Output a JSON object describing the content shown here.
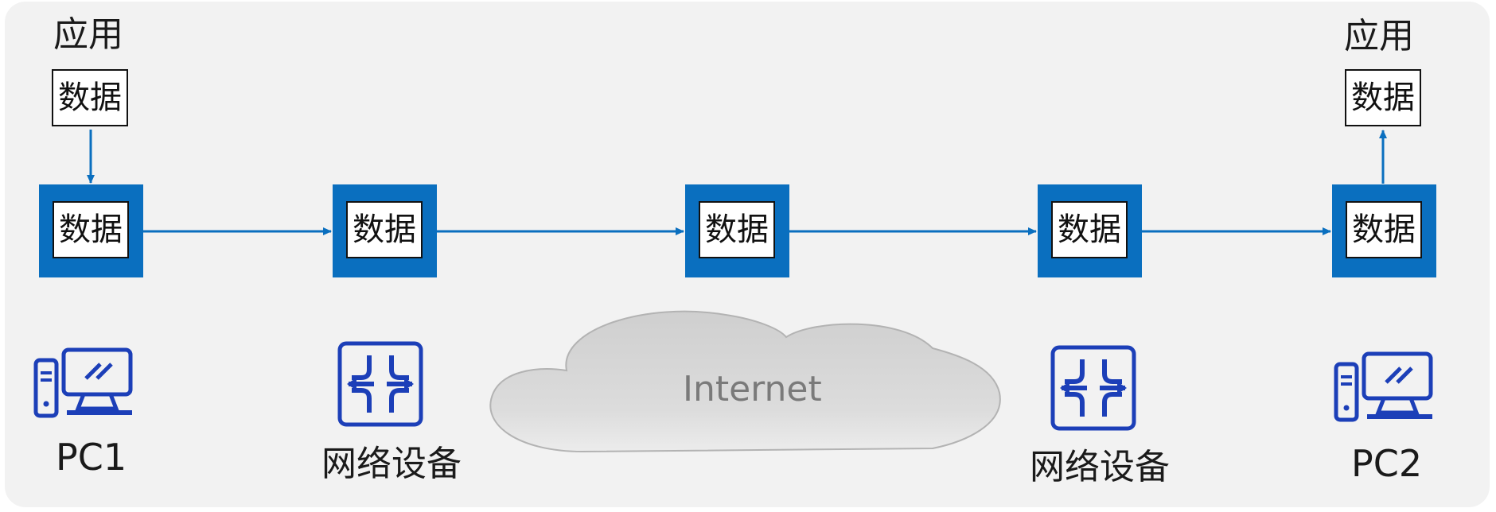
{
  "colors": {
    "node_fill": "#0a6fbf",
    "arrow": "#0a6fbf",
    "icon_blue": "#1c3fb8",
    "cloud_fill": "#d6d6d6",
    "cloud_text": "#7a7a7a",
    "panel_bg": "#f2f2f2"
  },
  "sender": {
    "app_label": "应用",
    "data_label": "数据"
  },
  "receiver": {
    "app_label": "应用",
    "data_label": "数据"
  },
  "nodes": [
    {
      "data_label": "数据"
    },
    {
      "data_label": "数据"
    },
    {
      "data_label": "数据"
    },
    {
      "data_label": "数据"
    },
    {
      "data_label": "数据"
    }
  ],
  "devices": {
    "pc1": {
      "label": "PC1",
      "icon": "desktop-computer-icon"
    },
    "device1": {
      "label": "网络设备",
      "icon": "router-icon"
    },
    "internet": {
      "label": "Internet",
      "icon": "cloud-icon"
    },
    "device2": {
      "label": "网络设备",
      "icon": "router-icon"
    },
    "pc2": {
      "label": "PC2",
      "icon": "desktop-computer-icon"
    }
  }
}
